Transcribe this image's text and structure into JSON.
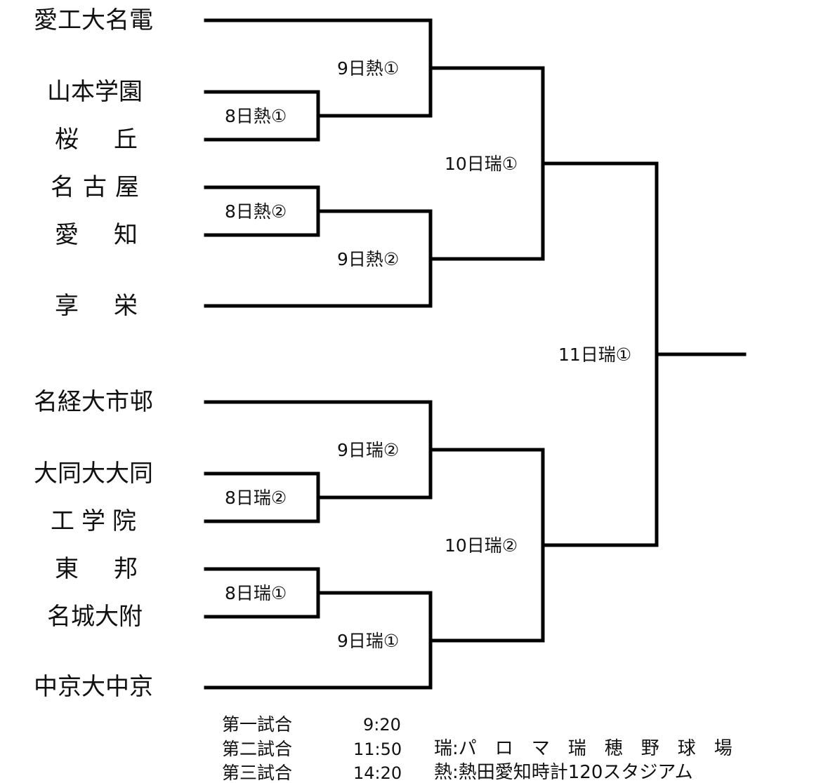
{
  "teams": [
    "愛工大名電",
    "山本学園",
    "桜　丘",
    "名古屋",
    "愛　知",
    "享　栄",
    "名経大市邨",
    "大同大大同",
    "工学院",
    "東　邦",
    "名城大附",
    "中京大中京"
  ],
  "matches": {
    "r1_a": "8日熱①",
    "r1_b": "8日熱②",
    "r1_c": "8日瑞②",
    "r1_d": "8日瑞①",
    "r2_a": "9日熱①",
    "r2_b": "9日熱②",
    "r2_c": "9日瑞②",
    "r2_d": "9日瑞①",
    "sf_a": "10日瑞①",
    "sf_b": "10日瑞②",
    "final": "11日瑞①"
  },
  "schedule": [
    {
      "game": "第一試合",
      "time": "9:20"
    },
    {
      "game": "第二試合",
      "time": "11:50"
    },
    {
      "game": "第三試合",
      "time": "14:20"
    }
  ],
  "venues": [
    "瑞:パ　ロ　マ　瑞　穂　野　球　場",
    "熱:熱田愛知時計120スタジアム"
  ],
  "colors": {
    "line": "#000000",
    "text": "#111111",
    "background": "#ffffff"
  }
}
